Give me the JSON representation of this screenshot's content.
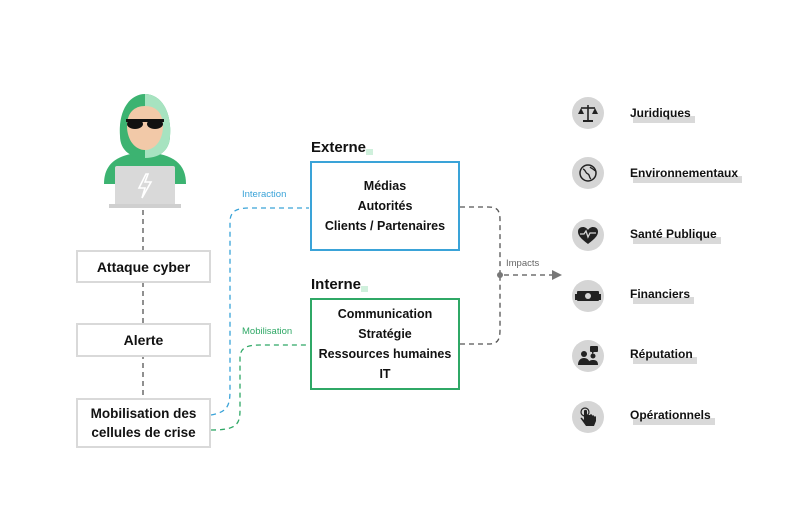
{
  "steps": {
    "attack": "Attaque cyber",
    "alert": "Alerte",
    "mobilisation_line1": "Mobilisation des",
    "mobilisation_line2": "cellules de crise"
  },
  "externe": {
    "title": "Externe",
    "items": [
      "Médias",
      "Autorités",
      "Clients / Partenaires"
    ],
    "color": "#3aa3d8"
  },
  "interne": {
    "title": "Interne",
    "items": [
      "Communication",
      "Stratégie",
      "Ressources humaines",
      "IT"
    ],
    "color": "#2fa866"
  },
  "edge_labels": {
    "interaction": "Interaction",
    "mobilisation": "Mobilisation",
    "impacts": "Impacts"
  },
  "impacts": [
    {
      "label": "Juridiques",
      "icon": "scales-icon"
    },
    {
      "label": "Environnementaux",
      "icon": "globe-icon"
    },
    {
      "label": "Santé Publique",
      "icon": "heart-pulse-icon"
    },
    {
      "label": "Financiers",
      "icon": "money-icon"
    },
    {
      "label": "Réputation",
      "icon": "people-speech-icon"
    },
    {
      "label": "Opérationnels",
      "icon": "hand-pointer-icon"
    }
  ],
  "colors": {
    "hacker_green": "#3cb371",
    "hacker_light": "#a7e3c0",
    "box_border": "#d9d9d9",
    "dash_gray": "#555555",
    "icon_bg": "#d5d5d5"
  }
}
